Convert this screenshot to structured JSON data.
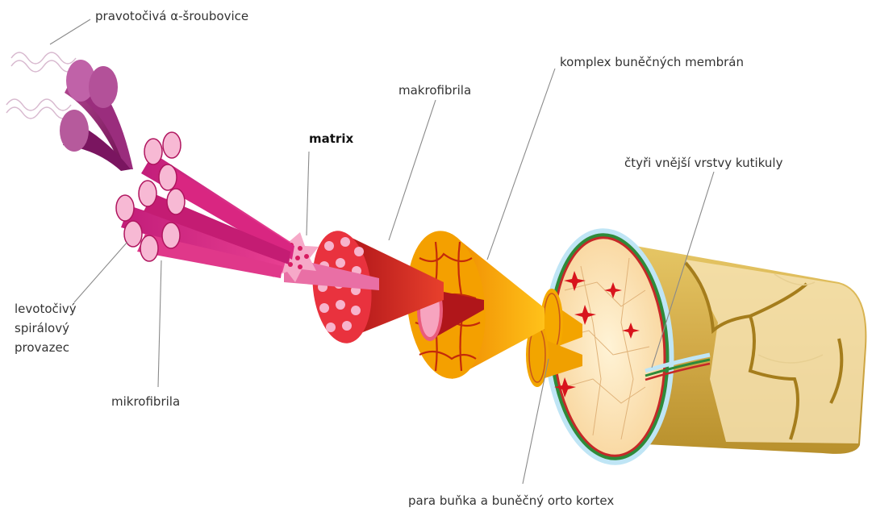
{
  "labels": {
    "alpha_helix": "pravotočivá α-šroubovice",
    "macrofibril": "makrofibrila",
    "cell_membrane_complex": "komplex buněčných membrán",
    "matrix": "matrix",
    "cuticle": "čtyři vnější vrstvy kutikuly",
    "protofibril_line1": "levotočivý",
    "protofibril_line2": "spirálový",
    "protofibril_line3": "provazec",
    "microfibril": "mikrofibrila",
    "cortex": "para buňka a buněčný orto kortex"
  },
  "colors": {
    "helix": "#8e1f6b",
    "protofibril": "#e0307f",
    "microfibril": "#c2185b",
    "macrofibril": "#d12a2a",
    "cortex_cell": "#f5a000",
    "cuticle_outer": "#a8d8f0",
    "cuticle_green": "#2e8b3a",
    "cuticle_red": "#c62828",
    "hair_shaft": "#c8a23a"
  }
}
